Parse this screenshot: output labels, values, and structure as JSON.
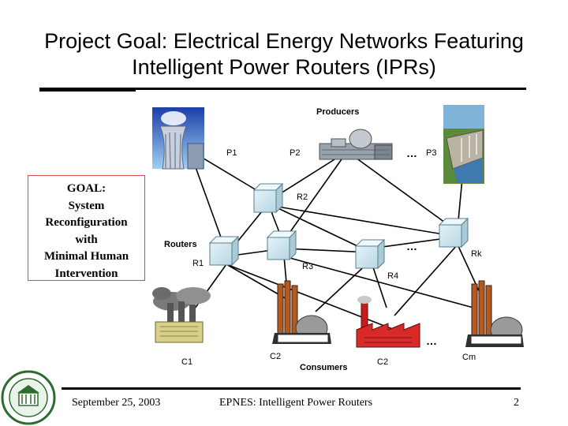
{
  "title": {
    "line1": "Project Goal: Electrical Energy Networks Featuring",
    "line2": "Intelligent Power Routers (IPRs)"
  },
  "goal_box": {
    "lines": [
      "GOAL:",
      "System",
      "Reconfiguration",
      "with",
      "Minimal Human",
      "Intervention"
    ],
    "border_color": "#d24a4a"
  },
  "diagram": {
    "producers_label": "Producers",
    "routers_label": "Routers",
    "consumers_label": "Consumers",
    "producers": [
      "P1",
      "P2",
      "P3"
    ],
    "routers": [
      "R1",
      "R2",
      "R3",
      "R4",
      "Rk"
    ],
    "consumers": [
      "C1",
      "C2",
      "C2",
      "Cm"
    ],
    "ellipsis": "…",
    "router_color": "#cfe6ee"
  },
  "footer": {
    "date": "September 25, 2003",
    "center": "EPNES: Intelligent Power Routers",
    "page": "2"
  }
}
